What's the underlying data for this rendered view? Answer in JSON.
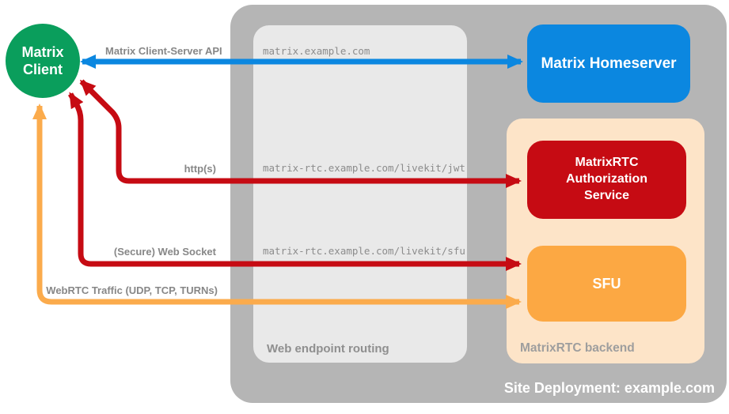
{
  "palette": {
    "green": "#0a9e5c",
    "blue": "#0b87e0",
    "red": "#c60b13",
    "orange_box": "#fca843",
    "orange_arrow": "#fbab4c",
    "peach": "#fde4c8",
    "outer_gray": "#b5b5b5",
    "inner_gray": "#e9e9e9",
    "label_gray": "#878787"
  },
  "nodes": {
    "client": "Matrix Client",
    "homeserver": "Matrix Homeserver",
    "auth_service": "MatrixRTC Authorization Service",
    "sfu": "SFU"
  },
  "groups": {
    "site": "Site Deployment: example.com",
    "routing": "Web endpoint routing",
    "backend": "MatrixRTC backend"
  },
  "connections": [
    {
      "label": "Matrix Client-Server API",
      "endpoint": "matrix.example.com"
    },
    {
      "label": "http(s)",
      "endpoint": "matrix-rtc.example.com/livekit/jwt"
    },
    {
      "label": "(Secure) Web Socket",
      "endpoint": "matrix-rtc.example.com/livekit/sfu"
    },
    {
      "label": "WebRTC Traffic (UDP, TCP, TURNs)"
    }
  ]
}
